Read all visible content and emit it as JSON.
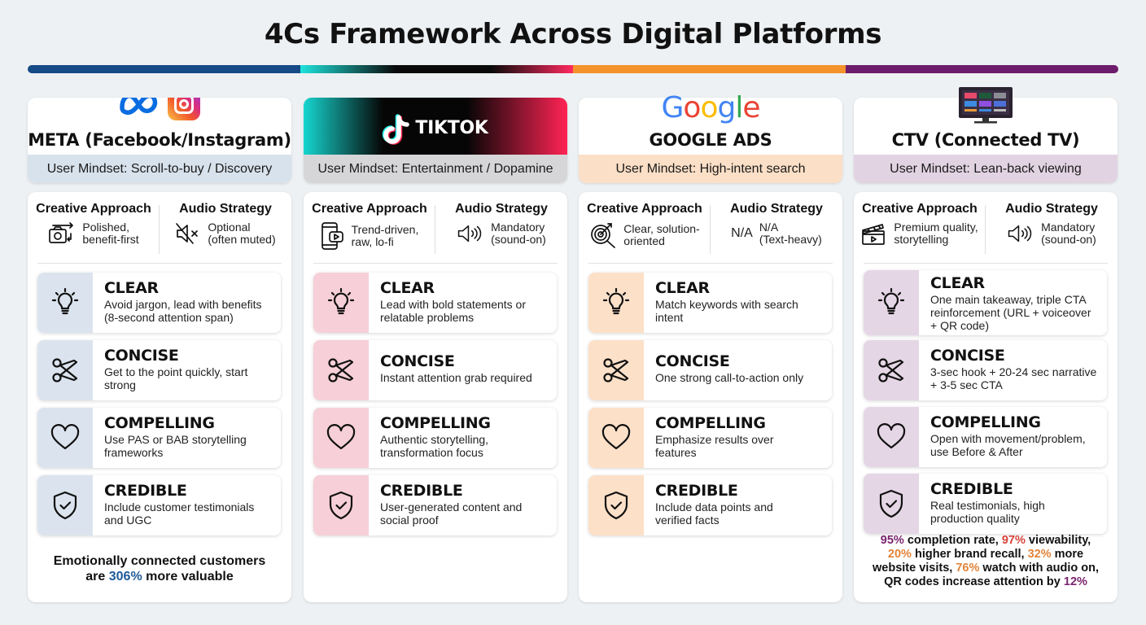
{
  "title": "4Cs Framework Across Digital Platforms",
  "colors": {
    "meta": "#164a86",
    "tiktok_cyan": "#1ee3dc",
    "tiktok_pink": "#ff2a5f",
    "google": "#f4922c",
    "ctv": "#6e1c6c"
  },
  "platforms": [
    {
      "name": "META (Facebook/Instagram)",
      "logos": [
        "meta-logo",
        "instagram-logo"
      ],
      "mindset": "User Mindset: Scroll-to-buy / Discovery",
      "creative_head": "Creative Approach",
      "creative_icon": "camera-switch-icon",
      "creative_text": [
        "Polished,",
        "benefit-first"
      ],
      "audio_head": "Audio Strategy",
      "audio_icon": "speaker-muted-icon",
      "audio_text": [
        "Optional",
        "(often muted)"
      ],
      "items": [
        {
          "title": "CLEAR",
          "icon": "lightbulb-icon",
          "desc": [
            "Avoid jargon, lead with benefits",
            "(8-second attention span)"
          ]
        },
        {
          "title": "CONCISE",
          "icon": "scissors-icon",
          "desc": [
            "Get to the point quickly, start",
            "strong"
          ]
        },
        {
          "title": "COMPELLING",
          "icon": "heart-icon",
          "desc": [
            "Use PAS or BAB storytelling",
            "frameworks"
          ]
        },
        {
          "title": "CREDIBLE",
          "icon": "shield-check-icon",
          "desc": [
            "Include customer testimonials",
            "and UGC"
          ]
        }
      ],
      "footer": {
        "line1": "Emotionally connected customers",
        "line2_pre": "are ",
        "line2_hl": "306%",
        "line2_post": " more valuable"
      }
    },
    {
      "name": "TIKTOK",
      "logos": [
        "tiktok-logo"
      ],
      "mindset": "User Mindset: Entertainment / Dopamine",
      "creative_head": "Creative Approach",
      "creative_icon": "phone-video-icon",
      "creative_text": [
        "Trend-driven,",
        "raw, lo-fi"
      ],
      "audio_head": "Audio Strategy",
      "audio_icon": "speaker-on-icon",
      "audio_text": [
        "Mandatory",
        "(sound-on)"
      ],
      "items": [
        {
          "title": "CLEAR",
          "icon": "lightbulb-icon",
          "desc": [
            "Lead with bold statements or",
            "relatable problems"
          ]
        },
        {
          "title": "CONCISE",
          "icon": "scissors-icon",
          "desc": [
            "Instant attention grab required"
          ]
        },
        {
          "title": "COMPELLING",
          "icon": "heart-icon",
          "desc": [
            "Authentic storytelling,",
            "transformation focus"
          ]
        },
        {
          "title": "CREDIBLE",
          "icon": "shield-check-icon",
          "desc": [
            "User-generated content and",
            "social proof"
          ]
        }
      ]
    },
    {
      "name": "GOOGLE ADS",
      "logos": [
        "google-logo"
      ],
      "google_letters": [
        "G",
        "o",
        "o",
        "g",
        "l",
        "e"
      ],
      "google_colors": [
        "#4285F4",
        "#EA4335",
        "#FBBC05",
        "#4285F4",
        "#34A853",
        "#EA4335"
      ],
      "mindset": "User Mindset: High-intent search",
      "creative_head": "Creative Approach",
      "creative_icon": "target-search-icon",
      "creative_text": [
        "Clear, solution-",
        "oriented"
      ],
      "audio_head": "Audio Strategy",
      "audio_icon_text": "N/A",
      "audio_text": [
        "N/A",
        "(Text-heavy)"
      ],
      "items": [
        {
          "title": "CLEAR",
          "icon": "lightbulb-icon",
          "desc": [
            "Match keywords with search",
            "intent"
          ]
        },
        {
          "title": "CONCISE",
          "icon": "scissors-icon",
          "desc": [
            "One strong call-to-action only"
          ]
        },
        {
          "title": "COMPELLING",
          "icon": "heart-icon",
          "desc": [
            "Emphasize results over",
            "features"
          ]
        },
        {
          "title": "CREDIBLE",
          "icon": "shield-check-icon",
          "desc": [
            "Include data points and",
            "verified facts"
          ]
        }
      ]
    },
    {
      "name": "CTV (Connected TV)",
      "logos": [
        "tv-logo"
      ],
      "mindset": "User Mindset: Lean-back viewing",
      "creative_head": "Creative Approach",
      "creative_icon": "clapperboard-icon",
      "creative_text": [
        "Premium quality,",
        "storytelling"
      ],
      "audio_head": "Audio Strategy",
      "audio_icon": "speaker-on-icon",
      "audio_text": [
        "Mandatory",
        "(sound-on)"
      ],
      "items": [
        {
          "title": "CLEAR",
          "icon": "lightbulb-icon",
          "desc": [
            "One main takeaway, triple CTA",
            "reinforcement (URL + voiceover",
            "+ QR code)"
          ]
        },
        {
          "title": "CONCISE",
          "icon": "scissors-icon",
          "desc": [
            "3-sec hook + 20-24 sec narrative",
            "+ 3-5 sec CTA"
          ]
        },
        {
          "title": "COMPELLING",
          "icon": "heart-icon",
          "desc": [
            "Open with movement/problem,",
            "use Before & After"
          ]
        },
        {
          "title": "CREDIBLE",
          "icon": "shield-check-icon",
          "desc": [
            "Real testimonials, high",
            "production quality"
          ]
        }
      ],
      "stats": {
        "s1": "95%",
        "t1": " completion rate, ",
        "s2": "97%",
        "t2": " viewability,",
        "s3": "20%",
        "t3": " higher brand recall, ",
        "s4": "32%",
        "t4": " more",
        "t5": "website visits, ",
        "s5": "76%",
        "t6": " watch with audio on,",
        "t7": "QR codes increase attention by ",
        "s6": "12%"
      }
    }
  ]
}
